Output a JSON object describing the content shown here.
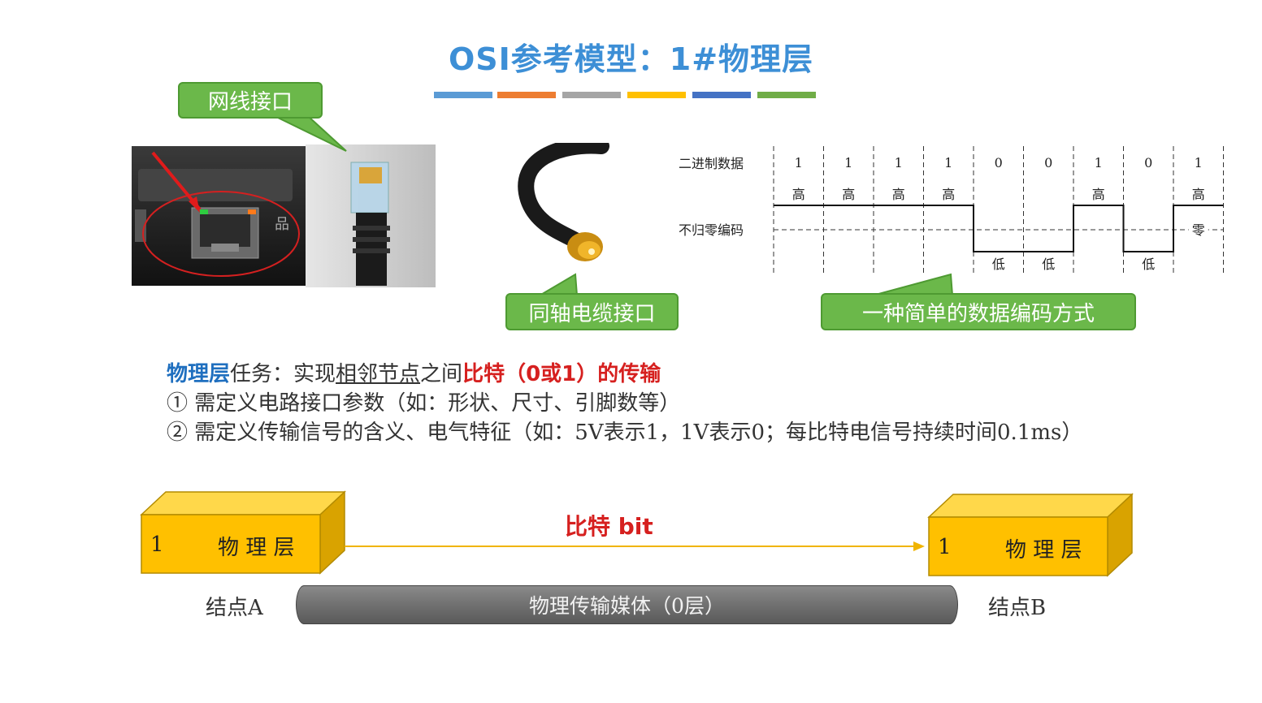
{
  "title": "OSI参考模型：1#物理层",
  "title_bar_colors": [
    "#5b9bd5",
    "#ed7d31",
    "#a5a5a5",
    "#ffc000",
    "#4472c4",
    "#70ad47"
  ],
  "callouts": {
    "rj45": "网线接口",
    "coax": "同轴电缆接口",
    "encoding": "一种简单的数据编码方式"
  },
  "encoding_diagram": {
    "row_label_binary": "二进制数据",
    "row_label_nrz": "不归零编码",
    "bits": [
      "1",
      "1",
      "1",
      "1",
      "0",
      "0",
      "1",
      "0",
      "1"
    ],
    "levels": [
      "高",
      "高",
      "高",
      "高",
      "低",
      "低",
      "高",
      "低",
      "高"
    ],
    "zero_label": "零"
  },
  "task": {
    "subject": "物理层",
    "prefix": "任务：实现",
    "underlined": "相邻节点",
    "middle": "之间",
    "highlight": "比特（0或1）的传输",
    "item1": "① 需定义电路接口参数（如：形状、尺寸、引脚数等）",
    "item2": "② 需定义传输信号的含义、电气特征（如：5V表示1，1V表示0；每比特电信号持续时间0.1ms）"
  },
  "layers": {
    "left": {
      "num": "1",
      "name": "物 理 层",
      "node": "结点A"
    },
    "right": {
      "num": "1",
      "name": "物 理 层",
      "node": "结点B"
    },
    "bit_label": "比特 bit",
    "medium": "物理传输媒体（0层）"
  },
  "colors": {
    "callout_green": "#6bb84a",
    "accent_red": "#d6201f",
    "accent_blue": "#1f6fbf",
    "layer_gold": "#ffc000",
    "medium_gray": "#7a7a7a"
  }
}
